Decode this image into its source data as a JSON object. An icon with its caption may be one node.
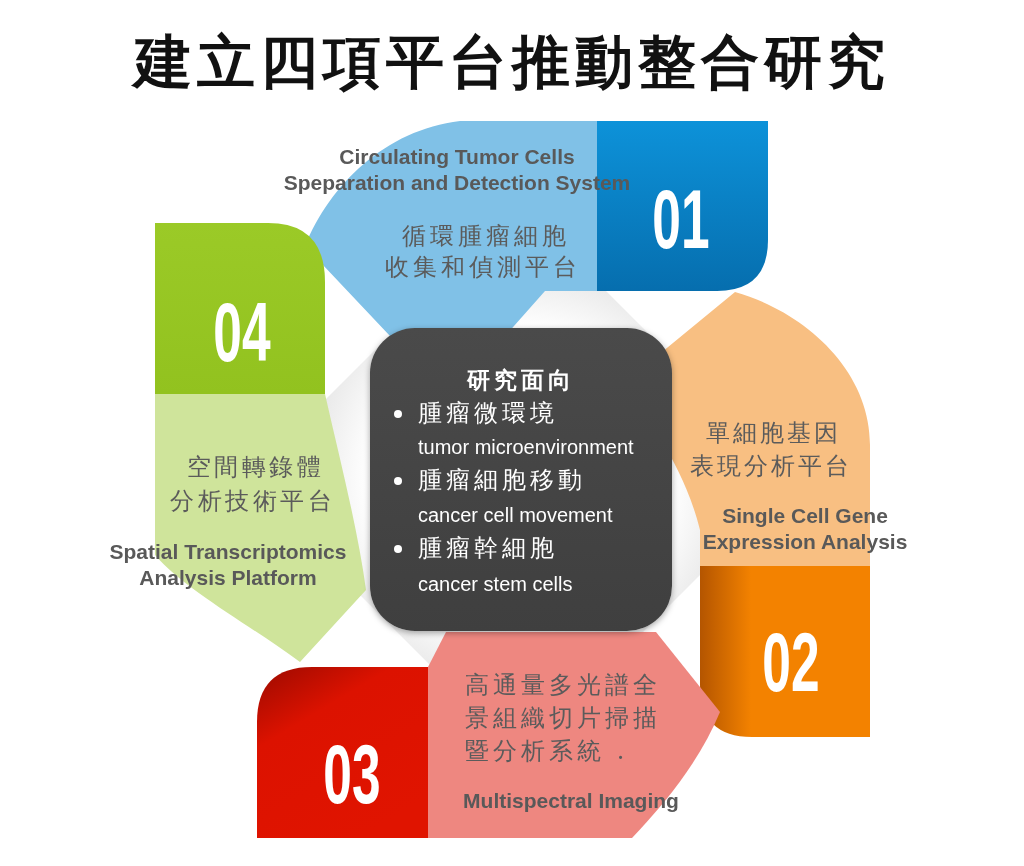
{
  "diagram": {
    "title": "建立四項平台推動整合研究",
    "nodes": [
      {
        "text": [
          "Circulating Tumor Cells Speparation and Detection System",
          "01",
          "循環腫瘤細胞收集和偵測平台"
        ]
      },
      {
        "text": [
          "單細胞基因表現分析平台",
          "Single Cell Gene Expression Analysis",
          "02"
        ]
      },
      {
        "text": [
          "高通量多光譜全景組織切片掃描暨分析系統 .",
          "03",
          "Multispectral Imaging"
        ]
      },
      {
        "text": [
          "04",
          "空間轉錄體分析技術平台",
          "Spatial Transcriptomics Analysis Platform"
        ]
      },
      {
        "text": [
          "研究面向",
          "腫瘤微環境",
          "tumor microenvironment",
          "腫瘤細胞移動",
          "cancer cell movement",
          "腫瘤幹細胞",
          "cancer stem cells"
        ]
      }
    ]
  }
}
